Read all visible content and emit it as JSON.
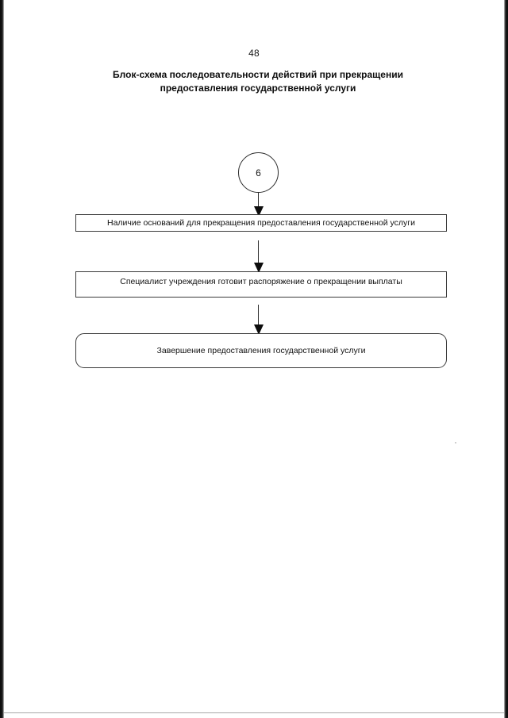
{
  "document": {
    "page_number": "48",
    "title_line_1": "Блок-схема последовательности действий при прекращении",
    "title_line_2": "предоставления государственной услуги"
  },
  "flowchart": {
    "connector": {
      "label": "6",
      "shape": "circle"
    },
    "nodes": [
      {
        "id": "node-grounds",
        "shape": "rectangle",
        "text": "Наличие оснований для прекращения предоставления государственной услуги"
      },
      {
        "id": "node-specialist-order",
        "shape": "rectangle",
        "text": "Специалист учреждения готовит распоряжение о прекращении выплаты"
      },
      {
        "id": "node-completion",
        "shape": "rounded-rectangle",
        "text": "Завершение предоставления государственной услуги"
      }
    ],
    "arrows": [
      {
        "id": "arrow-connector-to-grounds",
        "direction": "down"
      },
      {
        "id": "arrow-grounds-to-specialist",
        "direction": "down"
      },
      {
        "id": "arrow-specialist-to-completion",
        "direction": "down"
      }
    ]
  },
  "colors": {
    "ink": "#111111",
    "stroke": "#3a3a3a",
    "paper": "#ffffff"
  }
}
